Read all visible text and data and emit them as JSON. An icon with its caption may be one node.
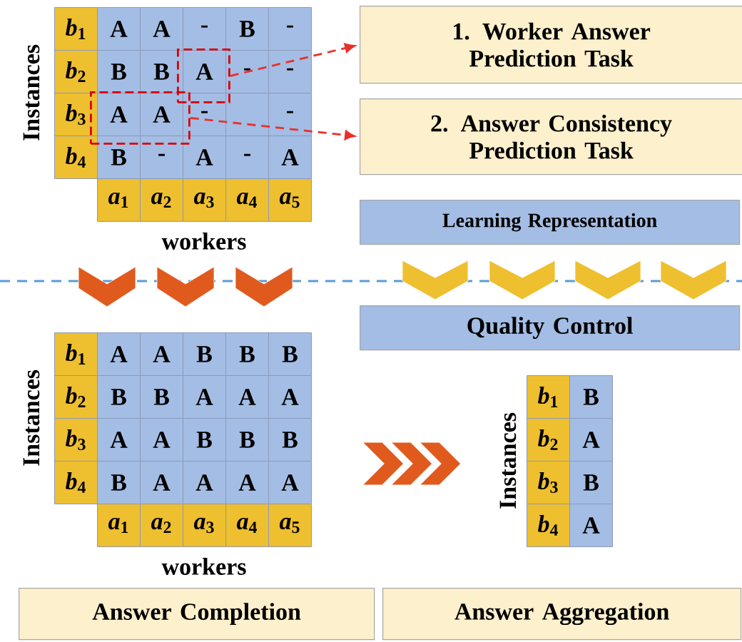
{
  "diagram": {
    "nodes": [
      {
        "text": [],
        "shape": "box"
      },
      {
        "text": [],
        "shape": "box"
      },
      {
        "text": [
          "1. Worker Answer Prediction Task"
        ]
      },
      {
        "text": [
          "2. Answer Consistency Prediction Task"
        ]
      },
      {
        "text": [
          "Learning Representation"
        ]
      },
      {
        "text": [
          "Quality Control"
        ]
      },
      {
        "text": [
          "Answer Completion"
        ]
      },
      {
        "text": [
          "Answer Aggregation"
        ]
      }
    ],
    "edges": [
      {
        "from": 0,
        "to": 2,
        "arrow": "to",
        "style": "dashed",
        "color": "#e8312a"
      },
      {
        "from": 1,
        "to": 3,
        "arrow": "to",
        "style": "dashed",
        "color": "#e8312a"
      },
      {
        "from": 4,
        "to": 5,
        "arrow": "to"
      },
      {
        "from": 4,
        "to": 5,
        "arrow": "to"
      },
      {
        "from": 4,
        "to": 5,
        "arrow": "to"
      },
      {
        "from": 4,
        "to": 5,
        "arrow": "to"
      }
    ],
    "labels": [
      "Instances",
      "*b*$_{1}$",
      "A",
      "A",
      "-",
      "B",
      "-",
      "*b*$_{2}$",
      "B",
      "B",
      "A",
      "-",
      "-",
      "*b*$_{3}$",
      "A",
      "A",
      "-",
      "-",
      "*b*$_{4}$",
      "B",
      "-",
      "A",
      "-",
      "A",
      "*a*$_{1}$",
      "*a*$_{2}$",
      "*a*$_{3}$",
      "*a*$_{4}$",
      "*a*$_{5}$",
      "workers",
      "Instances",
      "*b*$_{1}$",
      "A",
      "A",
      "B",
      "B",
      "B",
      "*b*$_{2}$",
      "B",
      "B",
      "A",
      "A",
      "A",
      "*b*$_{3}$",
      "A",
      "A",
      "B",
      "B",
      "B",
      "*b*$_{4}$",
      "B",
      "A",
      "A",
      "A",
      "A",
      "*a*$_{1}$",
      "*a*$_{2}$",
      "*a*$_{3}$",
      "*a*$_{4}$",
      "*a*$_{5}$",
      "workers",
      "Instances",
      "*b*$_{1}$",
      "B",
      "*b*$_{2}$",
      "A",
      "*b*$_{3}$",
      "B",
      "*b*$_{4}$",
      "A"
    ]
  }
}
